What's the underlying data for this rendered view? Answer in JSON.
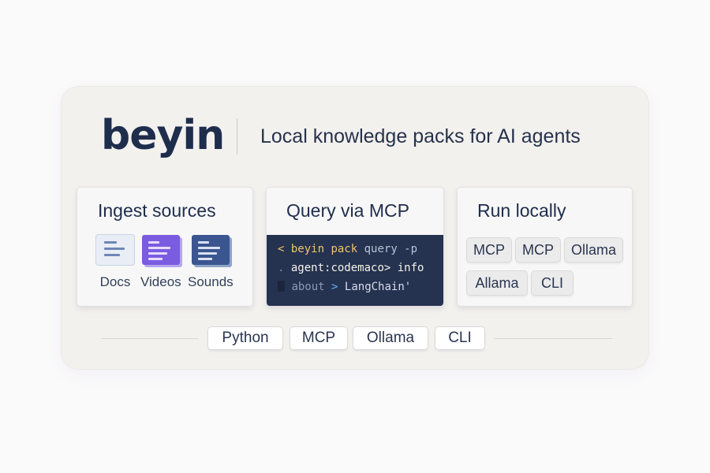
{
  "brand": {
    "name": "beyin",
    "tagline": "Local knowledge packs for AI agents"
  },
  "cards": {
    "ingest": {
      "title": "Ingest sources",
      "sources": [
        {
          "label": "Docs",
          "icon": "document-icon"
        },
        {
          "label": "Videos",
          "icon": "video-file-icon"
        },
        {
          "label": "Sounds",
          "icon": "audio-file-icon"
        }
      ]
    },
    "query": {
      "title": "Query via MCP",
      "terminal": {
        "line1": {
          "prefix": "<",
          "cmd": "beyin pack",
          "arg": "query -p"
        },
        "line2": {
          "prefix": ".",
          "cmd": "agent:codemaco>",
          "arg": "info"
        },
        "line3": {
          "prefix": "",
          "cmd": "about",
          "arrow": ">",
          "arg": "LangChain'"
        }
      }
    },
    "run": {
      "title": "Run locally",
      "tags": [
        "MCP",
        "MCP",
        "Ollama",
        "Allama",
        "CLI"
      ]
    }
  },
  "footer_tags": [
    "Python",
    "MCP",
    "Ollama",
    "CLI"
  ],
  "colors": {
    "brand": "#1f2d4d",
    "terminal_bg": "#253250",
    "terminal_accent": "#f2c46d",
    "docs_icon": "#e9eef6",
    "videos_icon": "#7a5ce0",
    "sounds_icon": "#3a5590"
  }
}
